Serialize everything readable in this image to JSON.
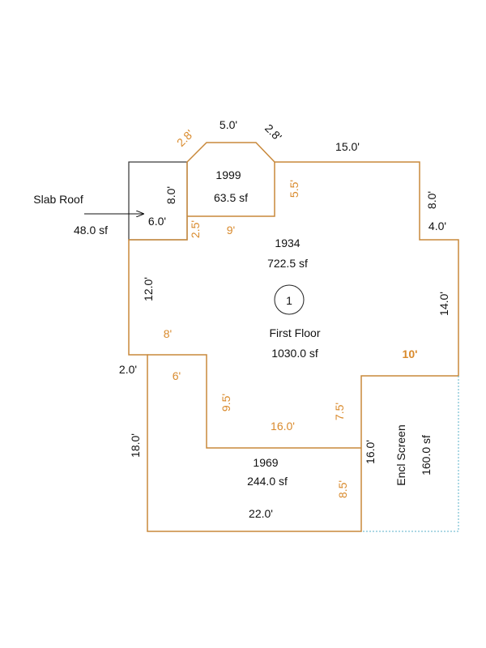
{
  "colors": {
    "outline_orange": "#c8883a",
    "outline_black": "#333333",
    "label_orange": "#d98a2c",
    "label_black": "#111111",
    "dotted_blue": "#5ab0c8"
  },
  "areas": {
    "slab_roof": {
      "name": "Slab Roof",
      "area": "48.0 sf"
    },
    "addition_1999": {
      "name": "1999",
      "area": "63.5 sf"
    },
    "main_1934": {
      "name": "1934",
      "area": "722.5 sf"
    },
    "first_floor": {
      "name": "First Floor",
      "area": "1030.0 sf"
    },
    "addition_1969": {
      "name": "1969",
      "area": "244.0 sf"
    },
    "encl_screen": {
      "name": "Encl Screen",
      "area": "160.0 sf"
    }
  },
  "marker": {
    "number": "1"
  },
  "dims": {
    "bay_left": "2.8'",
    "bay_top": "5.0'",
    "bay_right": "2.8'",
    "top_right": "15.0'",
    "right_upper": "8.0'",
    "right_step": "4.0'",
    "right_mid": "14.0'",
    "screen_top": "10'",
    "screen_left": "16.0'",
    "bottom": "22.0'",
    "left_lower": "18.0'",
    "left_step": "2.0'",
    "left_upper": "12.0'",
    "slab_side": "8.0'",
    "slab_bottom": "6.0'",
    "addition_left": "2.5'",
    "addition_bottom": "9'",
    "addition_right": "5.5'",
    "inner_8": "8'",
    "inner_6": "6'",
    "inner_9_5": "9.5'",
    "inner_16": "16.0'",
    "inner_7_5": "7.5'",
    "inner_8_5": "8.5'"
  }
}
